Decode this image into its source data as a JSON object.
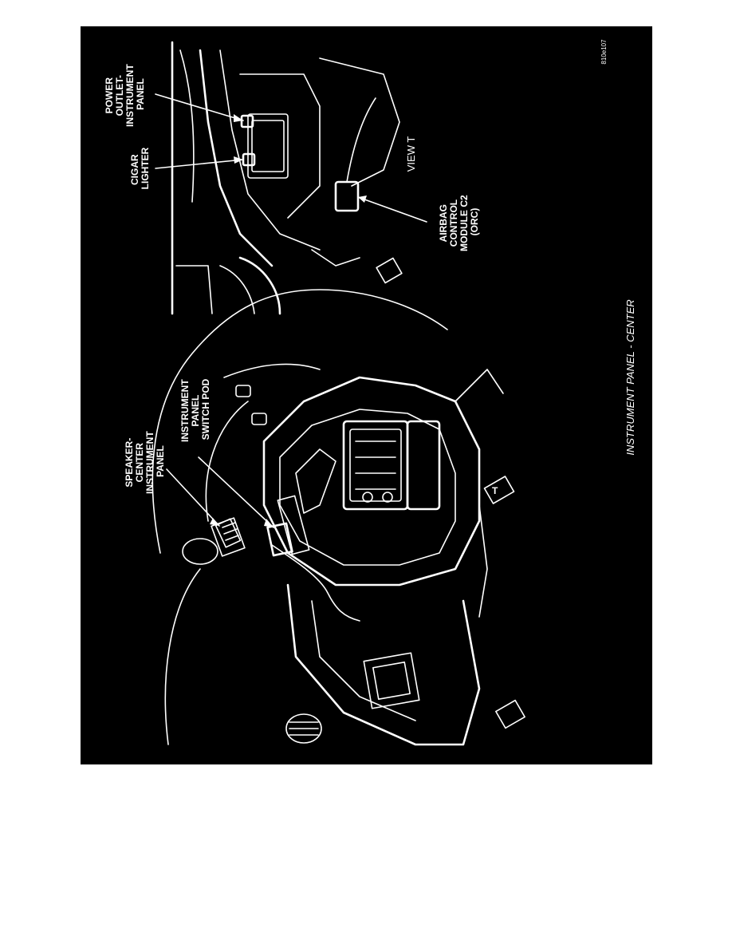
{
  "figure": {
    "caption": "INSTRUMENT PANEL - CENTER",
    "figure_id": "810e107",
    "view_label": "VIEW T",
    "arrow_marker": "T"
  },
  "callouts": {
    "speaker": [
      "SPEAKER-",
      "CENTER",
      "INSTRUMENT",
      "PANEL"
    ],
    "switch_pod": [
      "INSTRUMENT",
      "PANEL",
      "SWITCH POD"
    ],
    "power_outlet": [
      "POWER",
      "OUTLET-",
      "INSTRUMENT",
      "PANEL"
    ],
    "cigar_lighter": [
      "CIGAR",
      "LIGHTER"
    ],
    "airbag_module": [
      "AIRBAG",
      "CONTROL",
      "MODULE C2",
      "(ORC)"
    ]
  },
  "colors": {
    "background": "#000000",
    "linework": "#ffffff",
    "page": "#ffffff"
  }
}
